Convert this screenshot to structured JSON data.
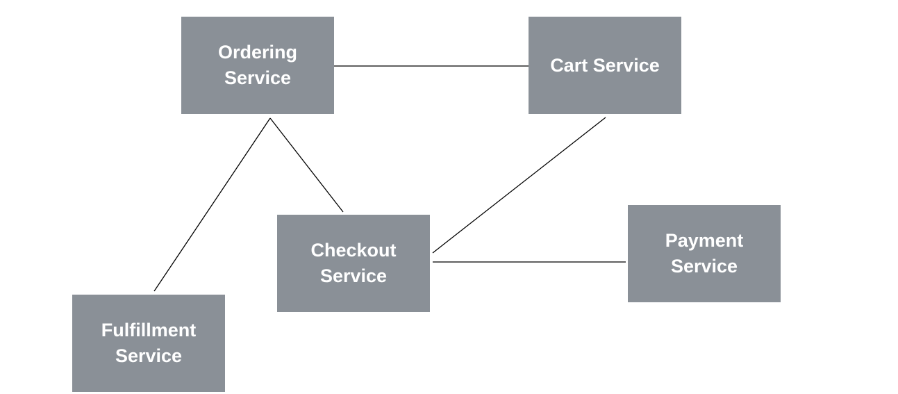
{
  "diagram": {
    "nodes": {
      "ordering": {
        "label": "Ordering\nService"
      },
      "cart": {
        "label": "Cart Service"
      },
      "checkout": {
        "label": "Checkout\nService"
      },
      "payment": {
        "label": "Payment\nService"
      },
      "fulfillment": {
        "label": "Fulfillment\nService"
      }
    },
    "edges": [
      {
        "from": "ordering",
        "to": "cart"
      },
      {
        "from": "ordering",
        "to": "checkout"
      },
      {
        "from": "ordering",
        "to": "fulfillment"
      },
      {
        "from": "cart",
        "to": "checkout"
      },
      {
        "from": "checkout",
        "to": "payment"
      }
    ],
    "colors": {
      "node_fill": "#8a9097",
      "node_text": "#ffffff",
      "edge": "#000000",
      "background": "#ffffff"
    }
  }
}
